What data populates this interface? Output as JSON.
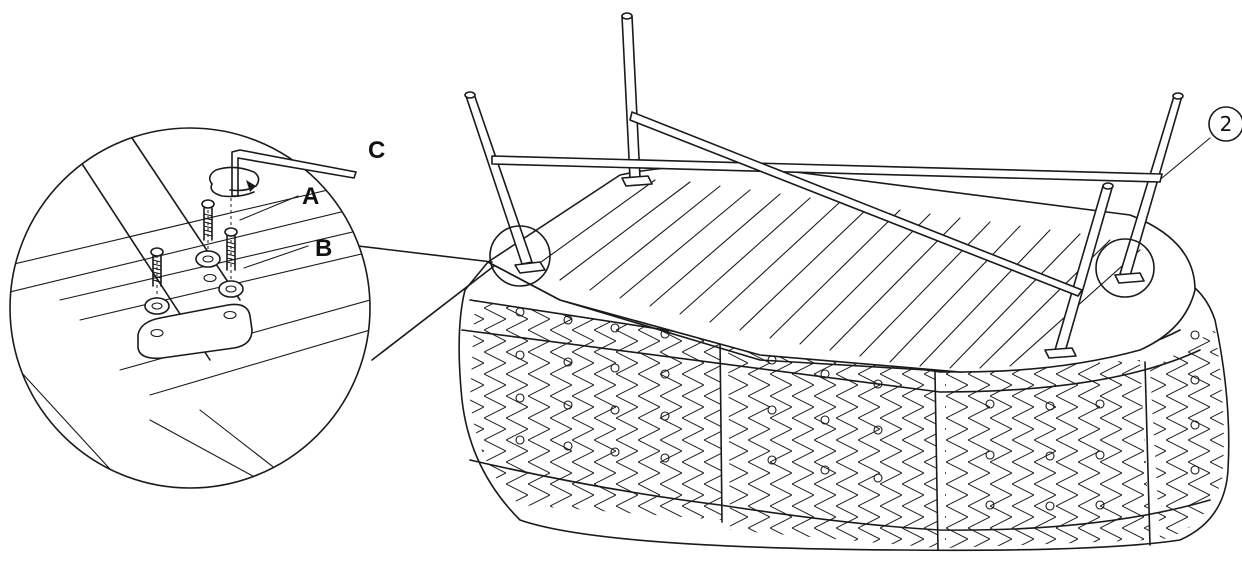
{
  "labels": {
    "part_a": "A",
    "part_b": "B",
    "tool_c": "C",
    "step_number": "2"
  }
}
